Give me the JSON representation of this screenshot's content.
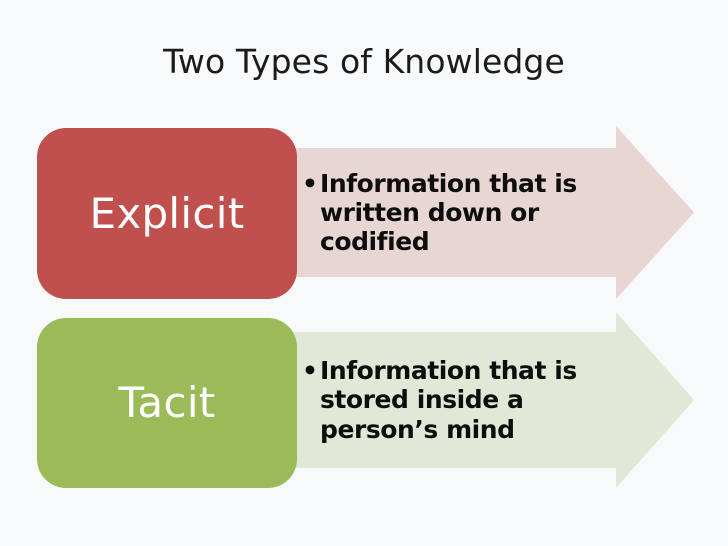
{
  "slide": {
    "title": "Two Types of Knowledge",
    "background_color": "#f8f9fa",
    "title_color": "#1b1b1b"
  },
  "rows": [
    {
      "key": "explicit",
      "label": "Explicit",
      "label_box_color": "#c0504d",
      "label_text_color": "#ffffff",
      "arrow_color": "#e8d6d4",
      "bullet_glyph": "•",
      "bullets": [
        "Information that is written down or codified"
      ]
    },
    {
      "key": "tacit",
      "label": "Tacit",
      "label_box_color": "#9bbb59",
      "label_text_color": "#ffffff",
      "arrow_color": "#e2e8d6",
      "bullet_glyph": "•",
      "bullets": [
        "Information that is stored inside a person’s mind"
      ]
    }
  ]
}
